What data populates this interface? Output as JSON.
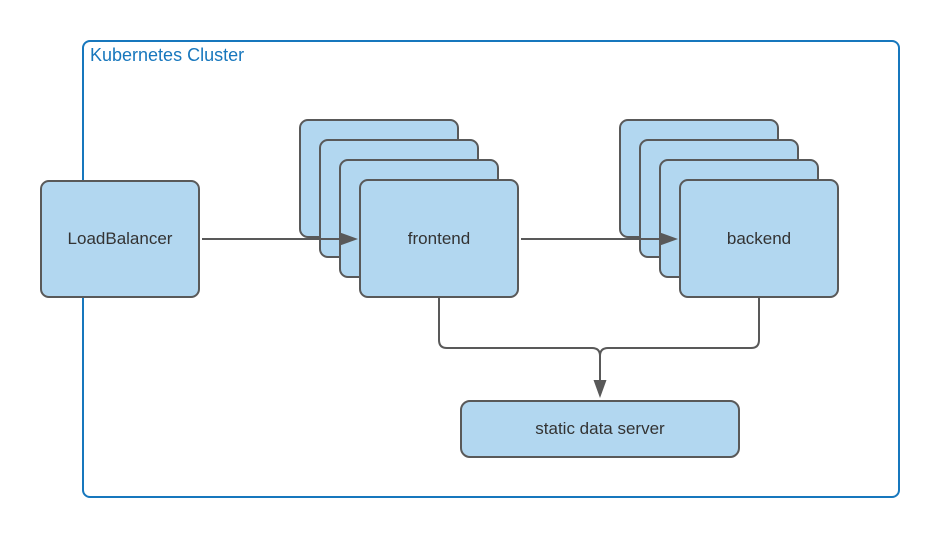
{
  "diagram": {
    "cluster_label": "Kubernetes Cluster",
    "nodes": {
      "load_balancer": {
        "label": "LoadBalancer"
      },
      "frontend": {
        "label": "frontend",
        "replicas_shown": 4
      },
      "backend": {
        "label": "backend",
        "replicas_shown": 4
      },
      "static_data_server": {
        "label": "static data server"
      }
    },
    "edges": [
      {
        "from": "load_balancer",
        "to": "frontend",
        "arrow": true
      },
      {
        "from": "frontend",
        "to": "backend",
        "arrow": true
      },
      {
        "from": "frontend",
        "to": "static_data_server",
        "arrow": true
      },
      {
        "from": "backend",
        "to": "static_data_server",
        "arrow": true
      }
    ],
    "colors": {
      "cluster_border": "#1777BD",
      "cluster_label_text": "#1777BD",
      "node_fill": "#B2D7F0",
      "node_border": "#595959",
      "node_text": "#333333",
      "connector": "#595959",
      "background": "#FFFFFF"
    }
  }
}
